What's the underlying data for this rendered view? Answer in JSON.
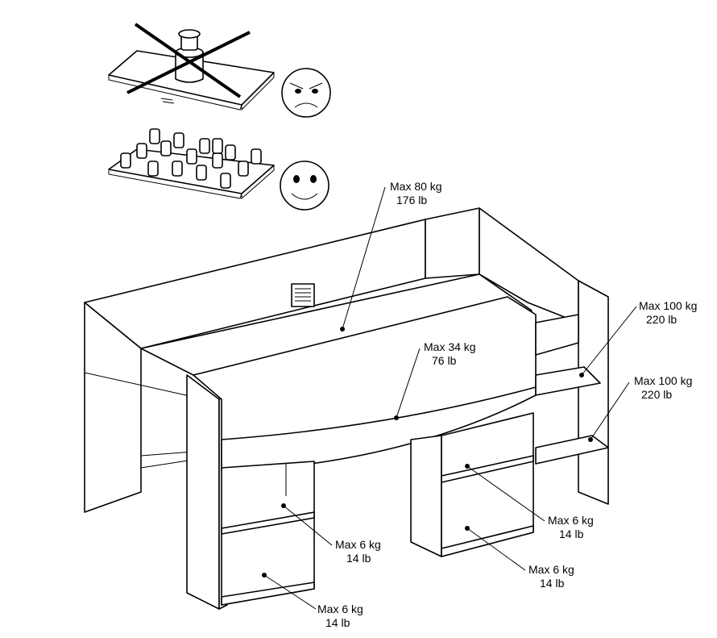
{
  "labels": [
    {
      "id": "top-shelf",
      "kg": "Max 80 kg",
      "lb": "176 lb"
    },
    {
      "id": "desk-top",
      "kg": "Max 34 kg",
      "lb": "76 lb"
    },
    {
      "id": "step-upper",
      "kg": "Max 100 kg",
      "lb": "220 lb"
    },
    {
      "id": "step-lower",
      "kg": "Max 100 kg",
      "lb": "220 lb"
    },
    {
      "id": "right-shelf-upper",
      "kg": "Max 6 kg",
      "lb": "14 lb"
    },
    {
      "id": "right-shelf-lower",
      "kg": "Max 6 kg",
      "lb": "14 lb"
    },
    {
      "id": "left-shelf-upper",
      "kg": "Max 6 kg",
      "lb": "14 lb"
    },
    {
      "id": "left-shelf-lower",
      "kg": "Max 6 kg",
      "lb": "14 lb"
    }
  ],
  "icons": {
    "wrong": "angry-face-icon",
    "right": "happy-face-icon",
    "crossed": "cross-out-icon"
  }
}
